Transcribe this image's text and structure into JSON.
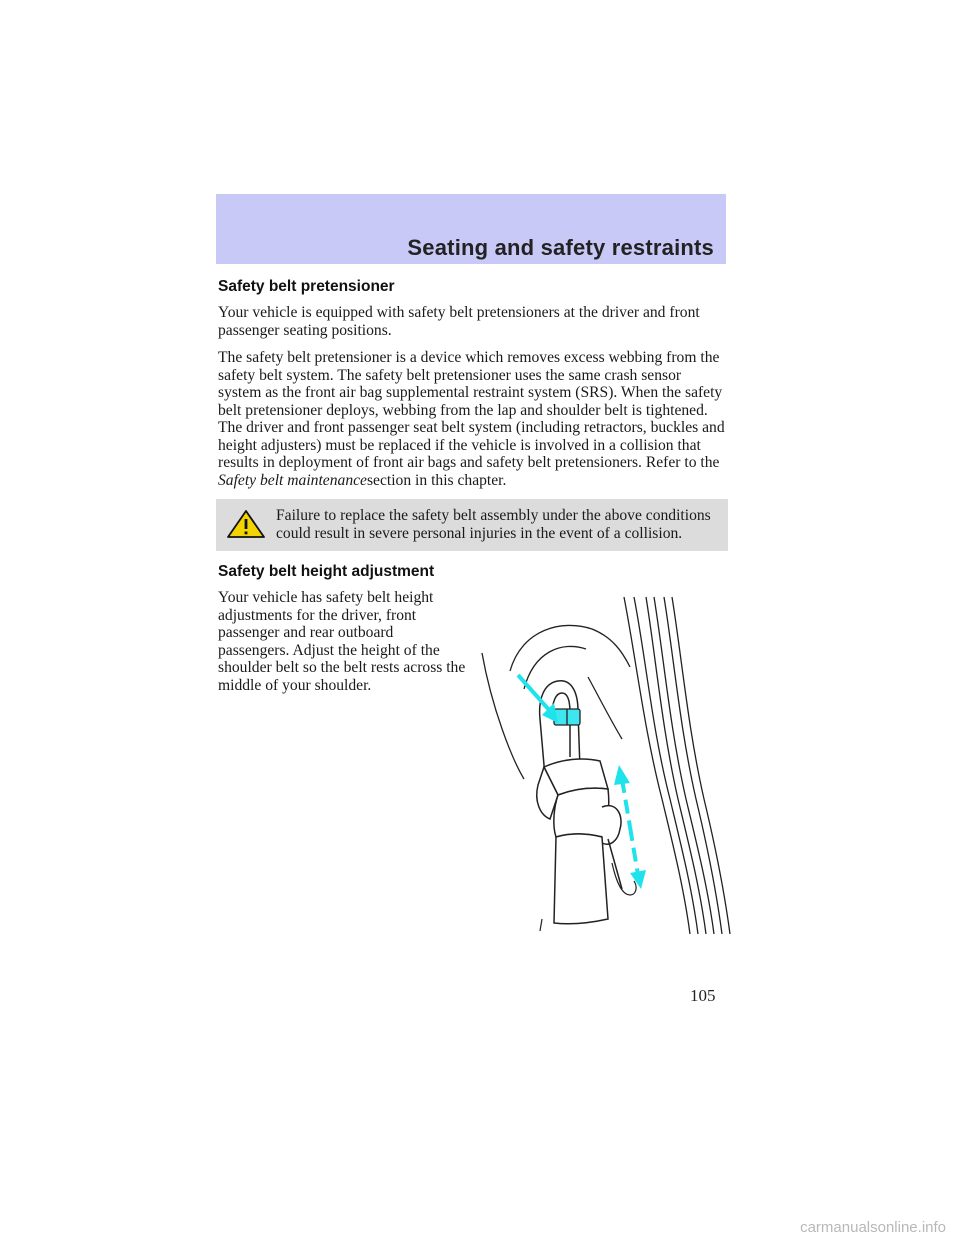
{
  "header": {
    "title": "Seating and safety restraints"
  },
  "section1": {
    "heading": "Safety belt pretensioner",
    "paragraph1": "Your vehicle is equipped with safety belt pretensioners at the driver and front passenger seating positions.",
    "paragraph2_main": "The safety belt pretensioner is a device which removes excess webbing from the safety belt system. The safety belt pretensioner uses the same crash sensor system as the front air bag supplemental restraint system (SRS). When the safety belt pretensioner deploys, webbing from the lap and shoulder belt is tightened. The driver and front passenger seat belt system (including retractors, buckles and height adjusters) must be replaced if the vehicle is involved in a collision that results in deployment of front air bags and safety belt pretensioners. Refer to the ",
    "paragraph2_italic": "Safety belt maintenance",
    "paragraph2_end": "section in this chapter."
  },
  "warning": {
    "icon": "warning-triangle-icon",
    "text": "Failure to replace the safety belt assembly under the above conditions could result in severe personal injuries in the event of a collision."
  },
  "section2": {
    "heading": "Safety belt height adjustment",
    "paragraph": "Your vehicle has safety belt height adjustments for the driver, front passenger and rear outboard passengers. Adjust the height of the shoulder belt so the belt rests across the middle of your shoulder."
  },
  "illustration": {
    "icon": "seat-belt-height-adjuster-illustration",
    "arrow_color": "#1fe3ea",
    "icon_color": "#f4d400"
  },
  "page_number": "105",
  "watermark": "carmanualsonline.info"
}
